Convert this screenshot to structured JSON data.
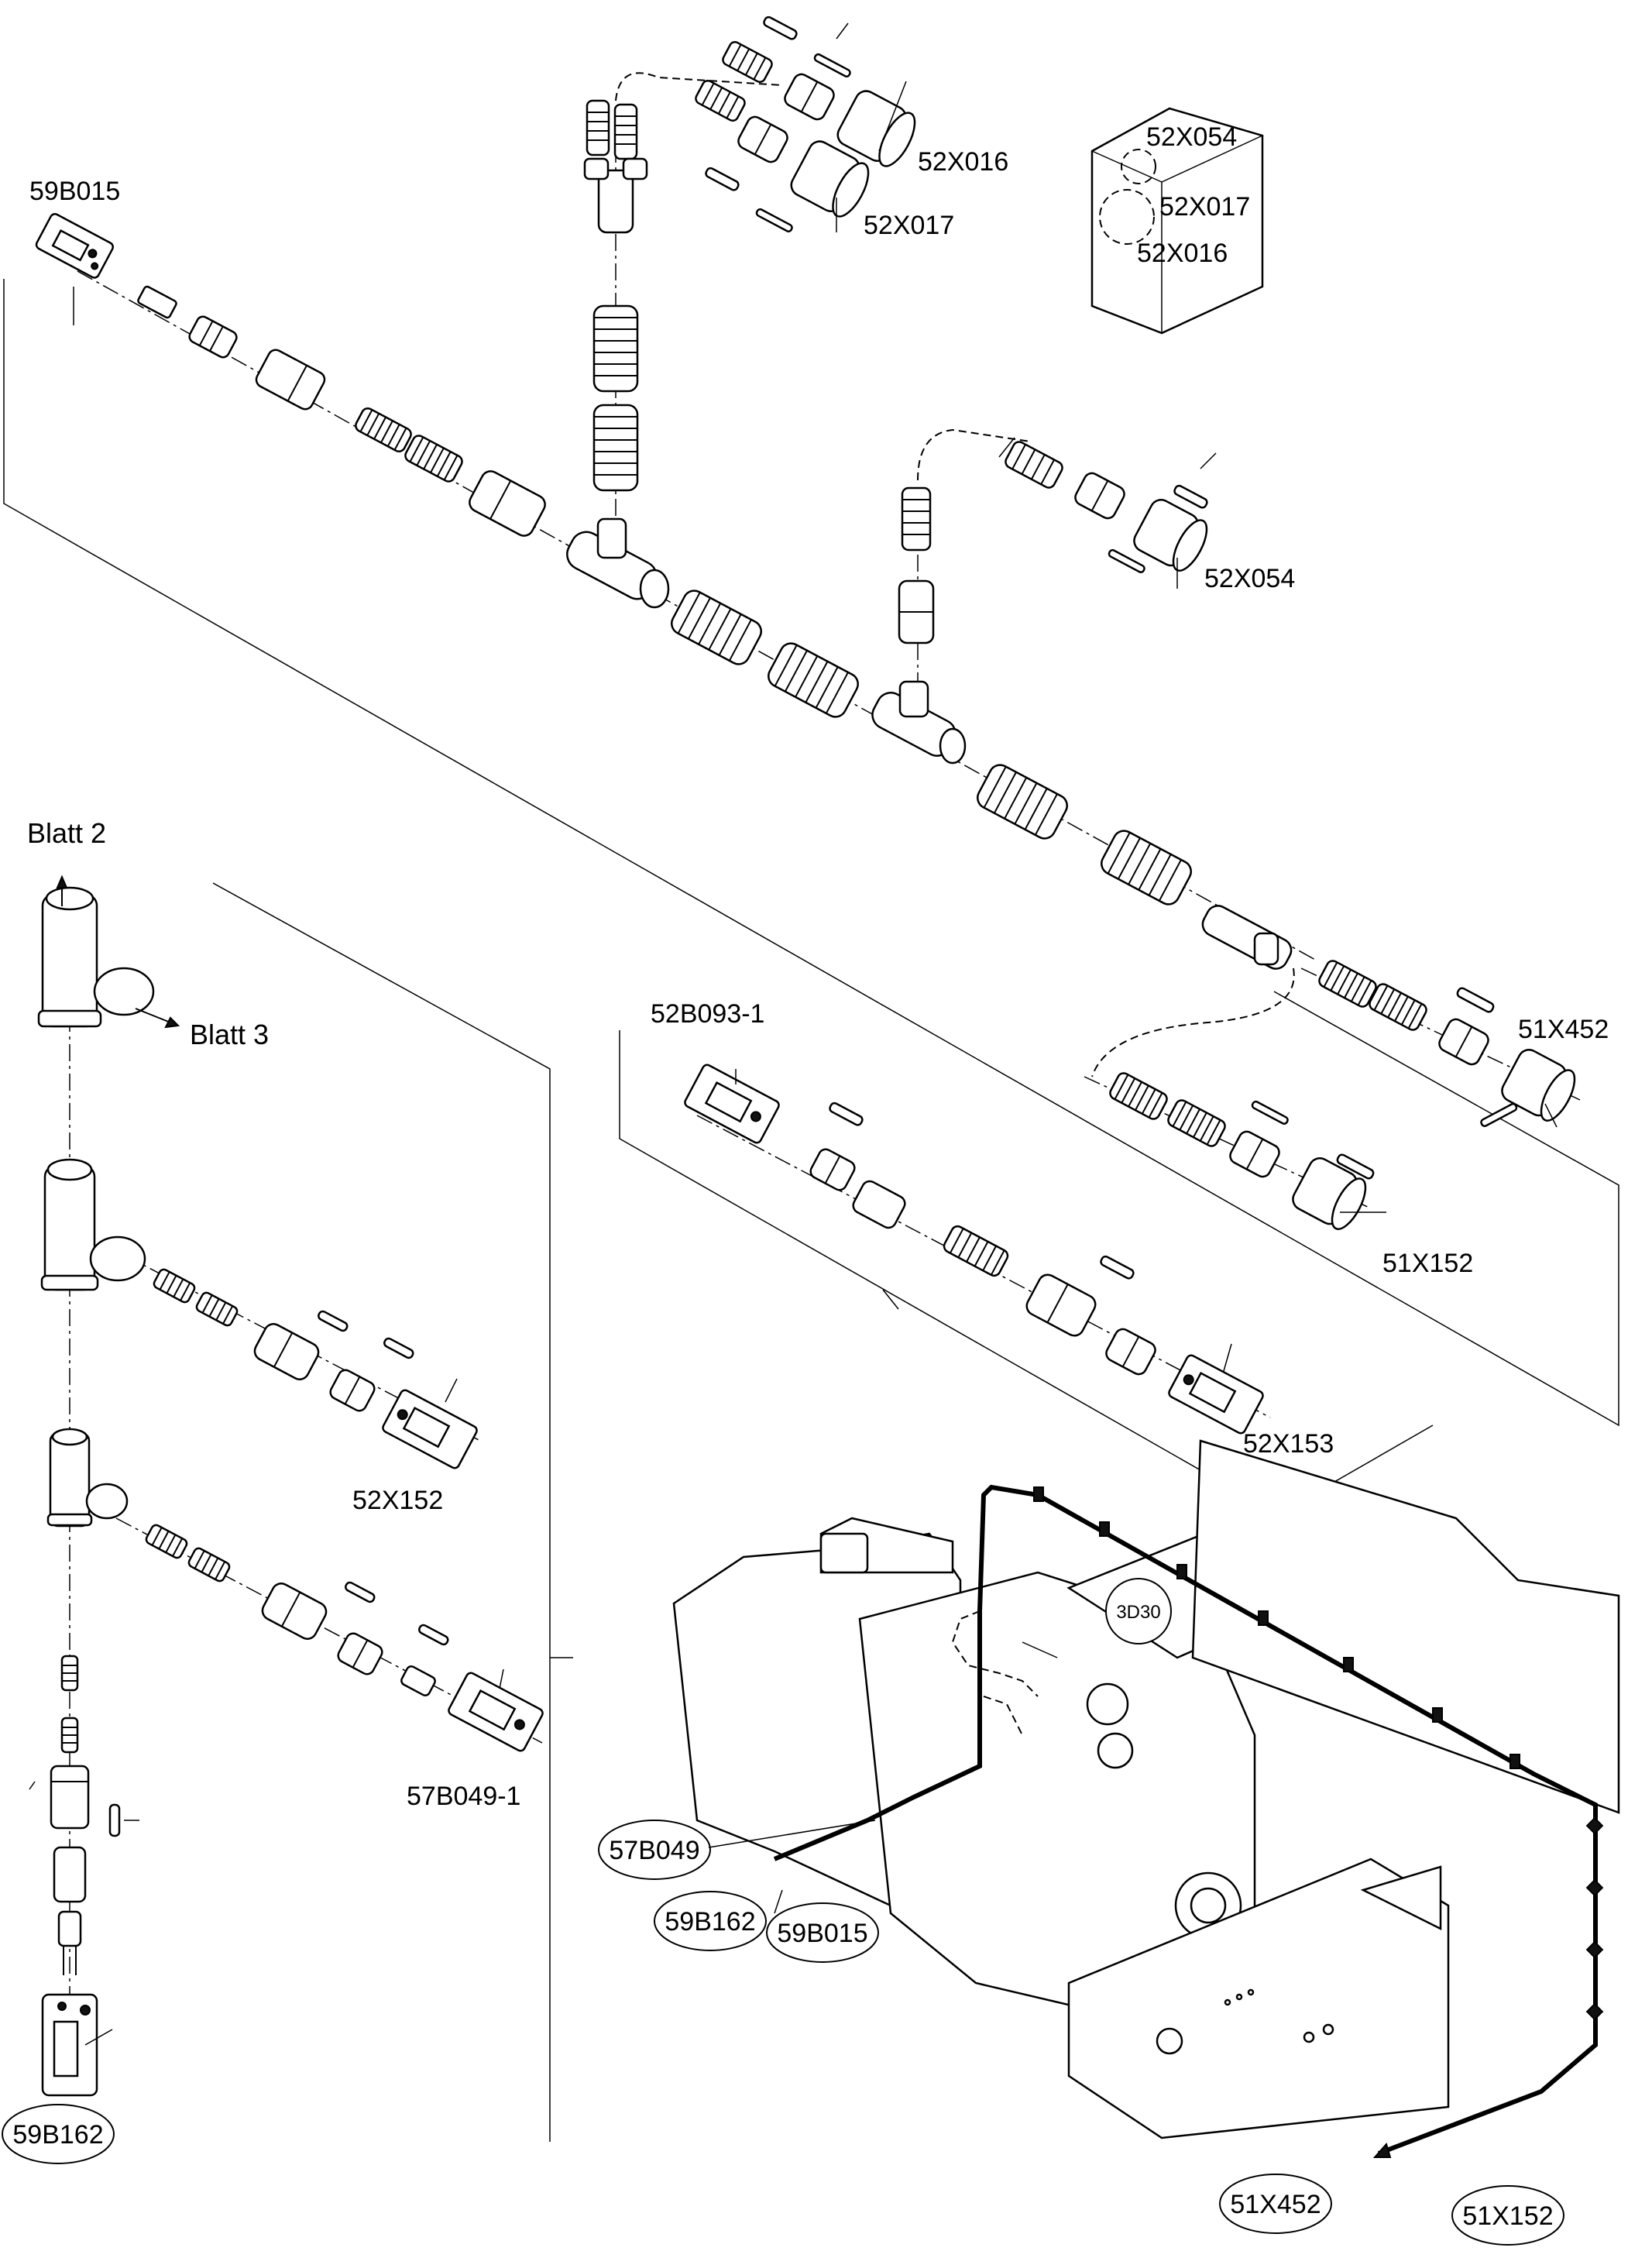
{
  "labels": {
    "c59B015_top": "59B015",
    "c52X016_top": "52X016",
    "c52X017_top": "52X017",
    "box_52X054": "52X054",
    "box_52X017": "52X017",
    "box_52X016": "52X016",
    "c52X054_mid": "52X054",
    "blatt2": "Blatt 2",
    "blatt3": "Blatt 3",
    "c52B093_1": "52B093-1",
    "c51X452": "51X452",
    "c51X152": "51X152",
    "c52X153": "52X153",
    "c52X152": "52X152",
    "c57B049_1": "57B049-1",
    "b3D30": "3D30",
    "b57B049": "57B049",
    "b59B162_mid": "59B162",
    "b59B015": "59B015",
    "b59B162_bottom": "59B162",
    "b51X452": "51X452",
    "b51X152": "51X152"
  },
  "icons": [
    "connector-housing",
    "grommet-seal",
    "connector-body",
    "corrugated-tube",
    "t-piece",
    "pin-contact",
    "socket-contact",
    "round-connector",
    "engine-assembly",
    "wiring-harness"
  ]
}
